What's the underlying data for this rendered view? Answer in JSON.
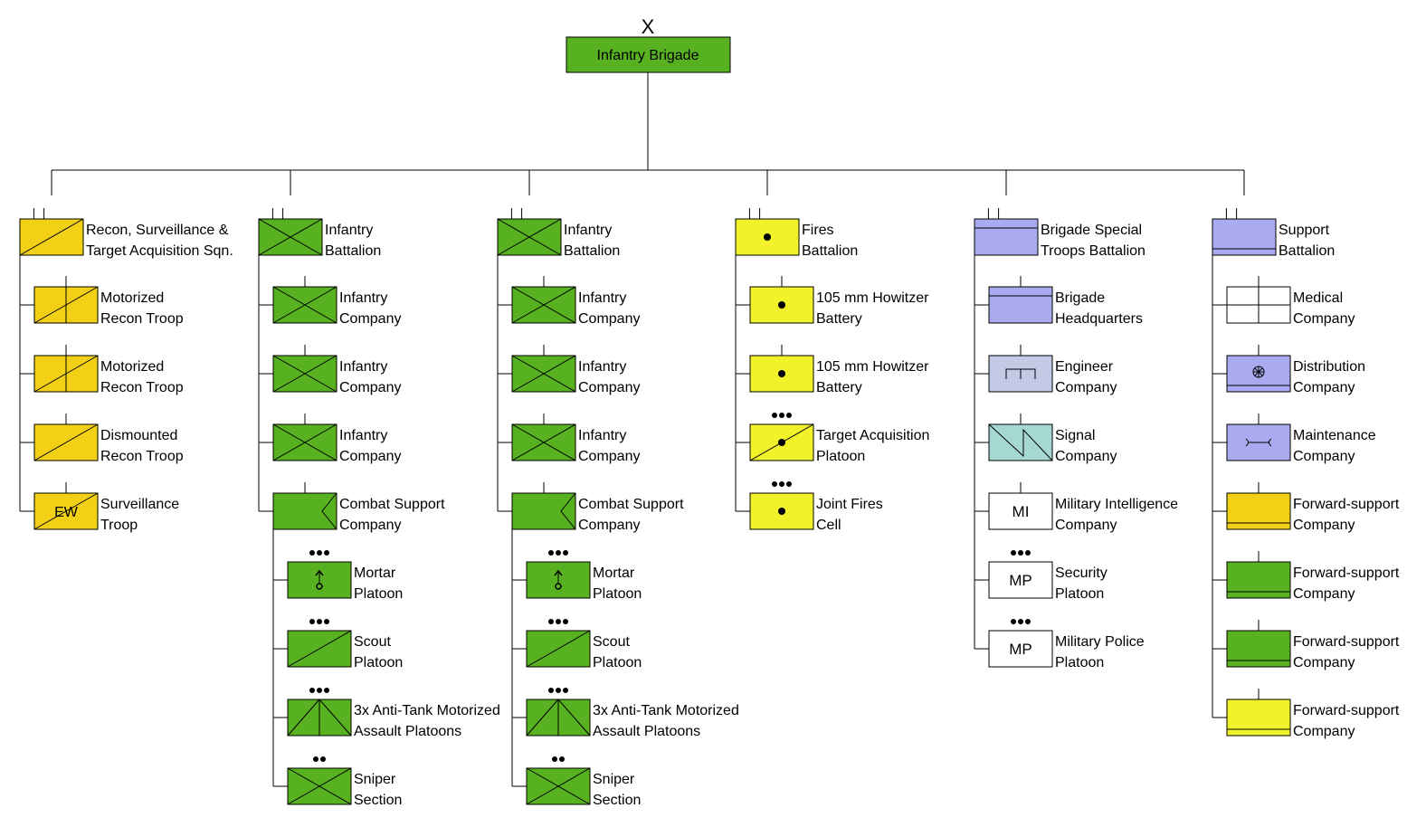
{
  "colors": {
    "green": "#58b121",
    "yellow": "#f2f22a",
    "gold": "#f2d015",
    "blue": "#aaaaf0",
    "lightblue": "#c4c9e6",
    "teal": "#a4d8d0",
    "white": "#ffffff",
    "line": "#000000"
  },
  "top": {
    "echelon": "X",
    "label": "Infantry Brigade"
  },
  "columns": [
    {
      "parent": {
        "lines": [
          "Recon, Surveillance &",
          "Target Acquisition Sqn."
        ],
        "fill": "gold",
        "symbol": "recon",
        "echelon": "bn"
      },
      "children": [
        {
          "lines": [
            "Motorized",
            "Recon Troop"
          ],
          "fill": "gold",
          "symbol": "recon-motorized",
          "echelon": "co"
        },
        {
          "lines": [
            "Motorized",
            "Recon Troop"
          ],
          "fill": "gold",
          "symbol": "recon-motorized",
          "echelon": "co"
        },
        {
          "lines": [
            "Dismounted",
            "Recon Troop"
          ],
          "fill": "gold",
          "symbol": "recon",
          "echelon": "co"
        },
        {
          "lines": [
            "Surveillance",
            "Troop"
          ],
          "fill": "gold",
          "symbol": "recon-ew",
          "text": "EW",
          "echelon": "co"
        }
      ]
    },
    {
      "parent": {
        "lines": [
          "Infantry",
          "Battalion"
        ],
        "fill": "green",
        "symbol": "infantry",
        "echelon": "bn"
      },
      "children": [
        {
          "lines": [
            "Infantry",
            "Company"
          ],
          "fill": "green",
          "symbol": "infantry",
          "echelon": "co"
        },
        {
          "lines": [
            "Infantry",
            "Company"
          ],
          "fill": "green",
          "symbol": "infantry",
          "echelon": "co"
        },
        {
          "lines": [
            "Infantry",
            "Company"
          ],
          "fill": "green",
          "symbol": "infantry",
          "echelon": "co"
        },
        {
          "lines": [
            "Combat Support",
            "Company"
          ],
          "fill": "green",
          "symbol": "combat-support",
          "echelon": "co",
          "children": [
            {
              "lines": [
                "Mortar",
                "Platoon"
              ],
              "fill": "green",
              "symbol": "mortar",
              "echelon": "plt"
            },
            {
              "lines": [
                "Scout",
                "Platoon"
              ],
              "fill": "green",
              "symbol": "recon",
              "echelon": "plt"
            },
            {
              "lines": [
                "3x Anti-Tank Motorized",
                "Assault Platoons"
              ],
              "fill": "green",
              "symbol": "anti-tank",
              "echelon": "plt"
            },
            {
              "lines": [
                "Sniper",
                "Section"
              ],
              "fill": "green",
              "symbol": "infantry",
              "echelon": "sec"
            }
          ]
        }
      ]
    },
    {
      "parent": {
        "lines": [
          "Infantry",
          "Battalion"
        ],
        "fill": "green",
        "symbol": "infantry",
        "echelon": "bn"
      },
      "children": [
        {
          "lines": [
            "Infantry",
            "Company"
          ],
          "fill": "green",
          "symbol": "infantry",
          "echelon": "co"
        },
        {
          "lines": [
            "Infantry",
            "Company"
          ],
          "fill": "green",
          "symbol": "infantry",
          "echelon": "co"
        },
        {
          "lines": [
            "Infantry",
            "Company"
          ],
          "fill": "green",
          "symbol": "infantry",
          "echelon": "co"
        },
        {
          "lines": [
            "Combat Support",
            "Company"
          ],
          "fill": "green",
          "symbol": "combat-support",
          "echelon": "co",
          "children": [
            {
              "lines": [
                "Mortar",
                "Platoon"
              ],
              "fill": "green",
              "symbol": "mortar",
              "echelon": "plt"
            },
            {
              "lines": [
                "Scout",
                "Platoon"
              ],
              "fill": "green",
              "symbol": "recon",
              "echelon": "plt"
            },
            {
              "lines": [
                "3x Anti-Tank Motorized",
                "Assault Platoons"
              ],
              "fill": "green",
              "symbol": "anti-tank",
              "echelon": "plt"
            },
            {
              "lines": [
                "Sniper",
                "Section"
              ],
              "fill": "green",
              "symbol": "infantry",
              "echelon": "sec"
            }
          ]
        }
      ]
    },
    {
      "parent": {
        "lines": [
          "Fires",
          "Battalion"
        ],
        "fill": "yellow",
        "symbol": "artillery",
        "echelon": "bn"
      },
      "children": [
        {
          "lines": [
            "105 mm Howitzer",
            "Battery"
          ],
          "fill": "yellow",
          "symbol": "artillery",
          "echelon": "co"
        },
        {
          "lines": [
            "105 mm Howitzer",
            "Battery"
          ],
          "fill": "yellow",
          "symbol": "artillery",
          "echelon": "co"
        },
        {
          "lines": [
            "Target Acquisition",
            "Platoon"
          ],
          "fill": "yellow",
          "symbol": "artillery-recon",
          "echelon": "plt"
        },
        {
          "lines": [
            "Joint Fires",
            "Cell"
          ],
          "fill": "yellow",
          "symbol": "artillery",
          "echelon": "plt"
        }
      ]
    },
    {
      "parent": {
        "lines": [
          "Brigade Special",
          "Troops Battalion"
        ],
        "fill": "blue",
        "symbol": "hq-band",
        "echelon": "bn"
      },
      "children": [
        {
          "lines": [
            "Brigade",
            "Headquarters"
          ],
          "fill": "blue",
          "symbol": "hq-band",
          "echelon": "co"
        },
        {
          "lines": [
            "Engineer",
            "Company"
          ],
          "fill": "lightblue",
          "symbol": "engineer",
          "echelon": "co"
        },
        {
          "lines": [
            "Signal",
            "Company"
          ],
          "fill": "teal",
          "symbol": "signal",
          "echelon": "co"
        },
        {
          "lines": [
            "Military Intelligence",
            "Company"
          ],
          "fill": "white",
          "symbol": "text",
          "text": "MI",
          "echelon": "co"
        },
        {
          "lines": [
            "Security",
            "Platoon"
          ],
          "fill": "white",
          "symbol": "text",
          "text": "MP",
          "echelon": "plt"
        },
        {
          "lines": [
            "Military Police",
            "Platoon"
          ],
          "fill": "white",
          "symbol": "text",
          "text": "MP",
          "echelon": "plt"
        }
      ]
    },
    {
      "parent": {
        "lines": [
          "Support",
          "Battalion"
        ],
        "fill": "blue",
        "symbol": "support-band",
        "echelon": "bn"
      },
      "children": [
        {
          "lines": [
            "Medical",
            "Company"
          ],
          "fill": "white",
          "symbol": "medical",
          "echelon": "co"
        },
        {
          "lines": [
            "Distribution",
            "Company"
          ],
          "fill": "blue",
          "symbol": "distribution",
          "echelon": "co"
        },
        {
          "lines": [
            "Maintenance",
            "Company"
          ],
          "fill": "blue",
          "symbol": "maintenance",
          "echelon": "co"
        },
        {
          "lines": [
            "Forward-support",
            "Company"
          ],
          "fill": "gold",
          "symbol": "support-band",
          "echelon": "co"
        },
        {
          "lines": [
            "Forward-support",
            "Company"
          ],
          "fill": "green",
          "symbol": "support-band",
          "echelon": "co"
        },
        {
          "lines": [
            "Forward-support",
            "Company"
          ],
          "fill": "green",
          "symbol": "support-band",
          "echelon": "co"
        },
        {
          "lines": [
            "Forward-support",
            "Company"
          ],
          "fill": "yellow",
          "symbol": "support-band",
          "echelon": "co"
        }
      ]
    }
  ]
}
